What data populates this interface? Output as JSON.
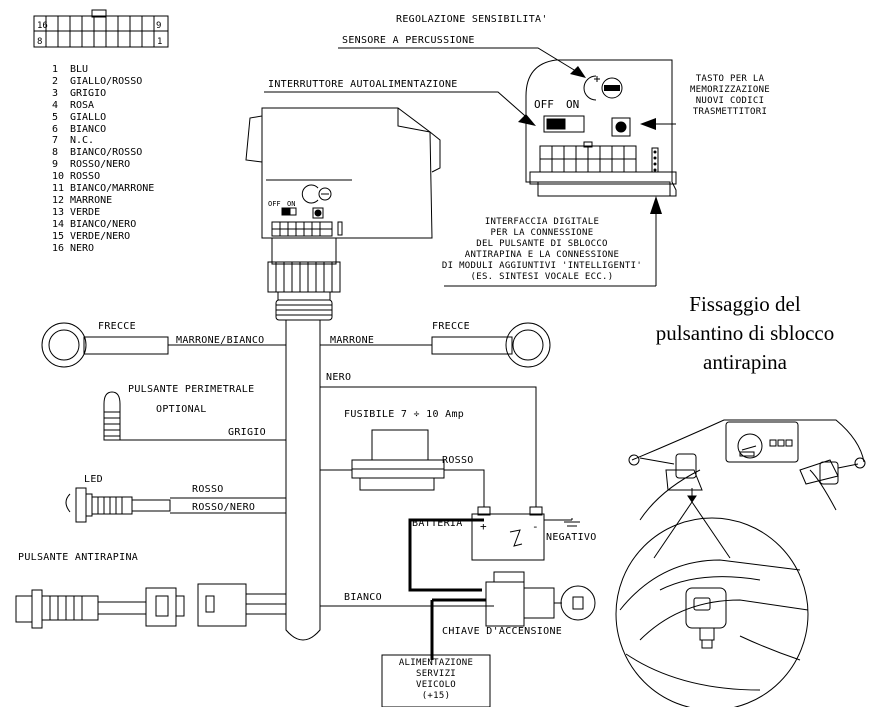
{
  "connector": {
    "pin_tl": "16",
    "pin_tr": "9",
    "pin_bl": "8",
    "pin_br": "1"
  },
  "legend": [
    {
      "num": "1",
      "label": "BLU"
    },
    {
      "num": "2",
      "label": "GIALLO/ROSSO"
    },
    {
      "num": "3",
      "label": "GRIGIO"
    },
    {
      "num": "4",
      "label": "ROSA"
    },
    {
      "num": "5",
      "label": "GIALLO"
    },
    {
      "num": "6",
      "label": "BIANCO"
    },
    {
      "num": "7",
      "label": "N.C."
    },
    {
      "num": "8",
      "label": "BIANCO/ROSSO"
    },
    {
      "num": "9",
      "label": "ROSSO/NERO"
    },
    {
      "num": "10",
      "label": "ROSSO"
    },
    {
      "num": "11",
      "label": "BIANCO/MARRONE"
    },
    {
      "num": "12",
      "label": "MARRONE"
    },
    {
      "num": "13",
      "label": "VERDE"
    },
    {
      "num": "14",
      "label": "BIANCO/NERO"
    },
    {
      "num": "15",
      "label": "VERDE/NERO"
    },
    {
      "num": "16",
      "label": "NERO"
    }
  ],
  "labels": {
    "regolazione_1": "REGOLAZIONE SENSIBILITA'",
    "regolazione_2": "SENSORE A PERCUSSIONE",
    "interruttore": "INTERRUTTORE AUTOALIMENTAZIONE",
    "tasto_1": "TASTO PER LA",
    "tasto_2": "MEMORIZZAZIONE",
    "tasto_3": "NUOVI CODICI",
    "tasto_4": "TRASMETTITORI",
    "switch_off": "OFF",
    "switch_on": "ON",
    "small_off": "OFF",
    "small_on": "ON",
    "interfaccia_1": "INTERFACCIA DIGITALE",
    "interfaccia_2": "PER LA CONNESSIONE",
    "interfaccia_3": "DEL PULSANTE DI SBLOCCO",
    "interfaccia_4": "ANTIRAPINA E LA CONNESSIONE",
    "interfaccia_5": "DI MODULI AGGIUNTIVI 'INTELLIGENTI'",
    "interfaccia_6": "(ES. SINTESI VOCALE ECC.)",
    "frecce_left": "FRECCE",
    "frecce_right": "FRECCE",
    "marrone_bianco": "MARRONE/BIANCO",
    "marrone": "MARRONE",
    "nero": "NERO",
    "pulsante_perimetrale": "PULSANTE PERIMETRALE",
    "optional": "OPTIONAL",
    "grigio": "GRIGIO",
    "fusibile": "FUSIBILE 7 ÷ 10 Amp",
    "rosso_fuse": "ROSSO",
    "led": "LED",
    "rosso_led": "ROSSO",
    "rosso_nero": "ROSSO/NERO",
    "batteria": "BATTERIA",
    "negativo": "NEGATIVO",
    "pulsante_antirapina": "PULSANTE ANTIRAPINA",
    "bianco": "BIANCO",
    "chiave": "CHIAVE D'ACCENSIONE",
    "alim_1": "ALIMENTAZIONE",
    "alim_2": "SERVIZI",
    "alim_3": "VEICOLO",
    "alim_4": "(+15)",
    "batt_plus": "+",
    "batt_minus": "-"
  },
  "caption": {
    "line1": "Fissaggio del",
    "line2": "pulsantino  di sblocco",
    "line3": "antirapina"
  }
}
